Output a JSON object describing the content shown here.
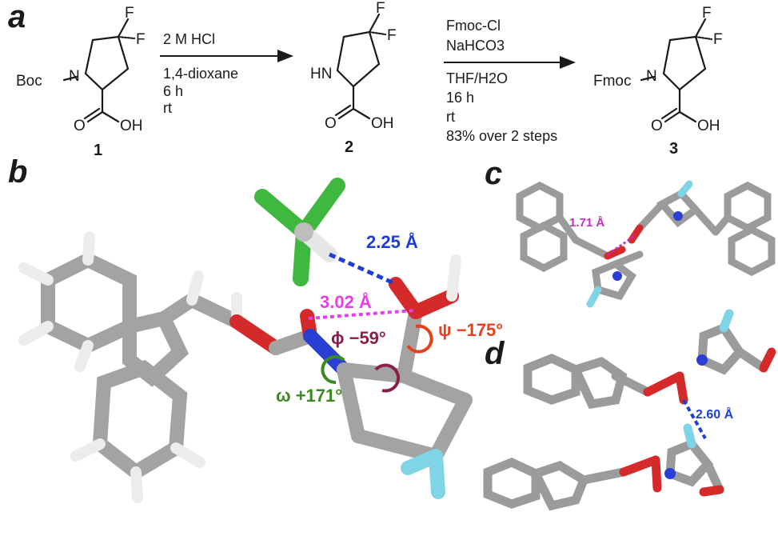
{
  "panels": {
    "a": "a",
    "b": "b",
    "c": "c",
    "d": "d"
  },
  "scheme": {
    "compounds": [
      {
        "number": "1",
        "n_substituent": "Boc",
        "carboxyl": "OH",
        "f1": "F",
        "f2": "F",
        "n": "N",
        "o": "O"
      },
      {
        "number": "2",
        "n_substituent": "HN",
        "carboxyl": "OH",
        "f1": "F",
        "f2": "F",
        "o": "O"
      },
      {
        "number": "3",
        "n_substituent": "Fmoc",
        "carboxyl": "OH",
        "f1": "F",
        "f2": "F",
        "n": "N",
        "o": "O"
      }
    ],
    "step1": {
      "above": [
        "2 M HCl"
      ],
      "below": [
        "1,4-dioxane",
        "6 h",
        "rt"
      ]
    },
    "step2": {
      "above": [
        "Fmoc-Cl",
        "NaHCO3"
      ],
      "below": [
        "THF/H2O",
        "16 h",
        "rt",
        "83% over 2 steps"
      ]
    }
  },
  "panel_b": {
    "hbond": "2.25 Å",
    "n_to_pi": "3.02 Å",
    "phi": "ϕ −59°",
    "psi": "ψ −175°",
    "omega": "ω +171°"
  },
  "panel_c": {
    "contact": "1.71 Å"
  },
  "panel_d": {
    "contact": "2.60 Å"
  },
  "colors": {
    "carbon": "#9b9b9b",
    "hydrogen": "#e6e6e6",
    "oxygen": "#d42a2a",
    "nitrogen": "#2a3fd4",
    "fluorine": "#7fd4e6",
    "chlorine": "#3fb83f",
    "hbond": "#1f3fd4",
    "n_pi": "#e63fe6",
    "phi": "#8a1f4a",
    "psi": "#e6401f",
    "omega": "#3a8a1f"
  }
}
